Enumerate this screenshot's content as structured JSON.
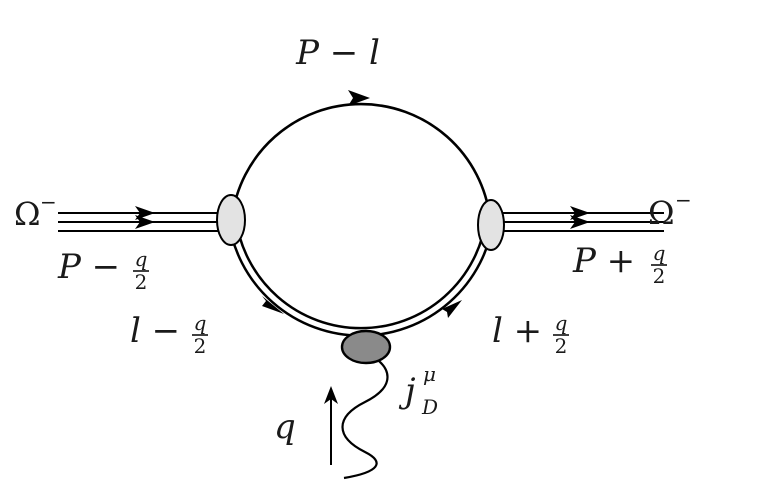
{
  "labels": {
    "top": "P − l",
    "incoming_particle": "Ω",
    "incoming_particle_charge": "−",
    "outgoing_particle": "Ω",
    "outgoing_particle_charge": "−",
    "incoming_momentum_base": "P −",
    "outgoing_momentum_base": "P +",
    "lower_left_base": "l −",
    "lower_right_base": "l +",
    "fraction_num": "q",
    "fraction_den": "2",
    "current": "j",
    "current_sup": "μ",
    "current_sub": "D",
    "photon_momentum": "q"
  },
  "colors": {
    "line": "#000000",
    "vertex_light": "#e3e3e3",
    "vertex_dark": "#8a8a8a"
  }
}
